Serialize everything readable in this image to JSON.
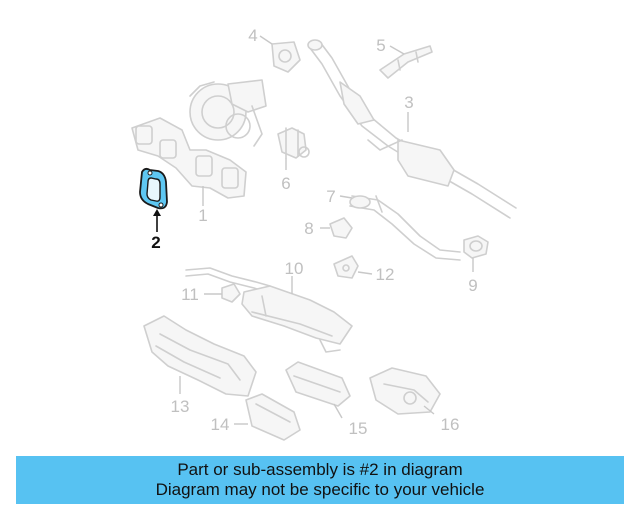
{
  "callouts": {
    "c1": "1",
    "c2": "2",
    "c3": "3",
    "c4": "4",
    "c5": "5",
    "c6": "6",
    "c7": "7",
    "c8": "8",
    "c9": "9",
    "c10": "10",
    "c11": "11",
    "c12": "12",
    "c13": "13",
    "c14": "14",
    "c15": "15",
    "c16": "16"
  },
  "highlighted_part": "2",
  "highlight_color": "#5ec7f2",
  "banner": {
    "line1": "Part or sub-assembly is #2 in diagram",
    "line2": "Diagram may not be specific to your vehicle",
    "background": "#57c2f2"
  }
}
